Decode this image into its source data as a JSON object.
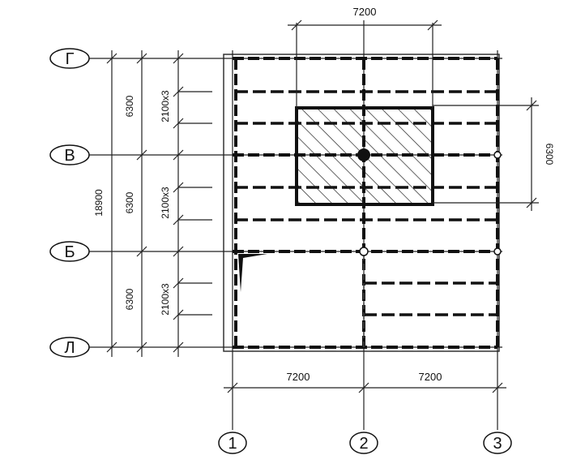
{
  "axes_vertical": [
    "1",
    "2",
    "3"
  ],
  "axes_horizontal": [
    "Г",
    "В",
    "Б",
    "Л"
  ],
  "dims_bottom": [
    "7200",
    "7200"
  ],
  "dim_top": "7200",
  "dims_left_bays": [
    "6300",
    "6300",
    "6300"
  ],
  "dims_left_sub": [
    "2100x3",
    "2100x3",
    "2100x3"
  ],
  "dim_left_total": "18900",
  "dim_right": "6300"
}
